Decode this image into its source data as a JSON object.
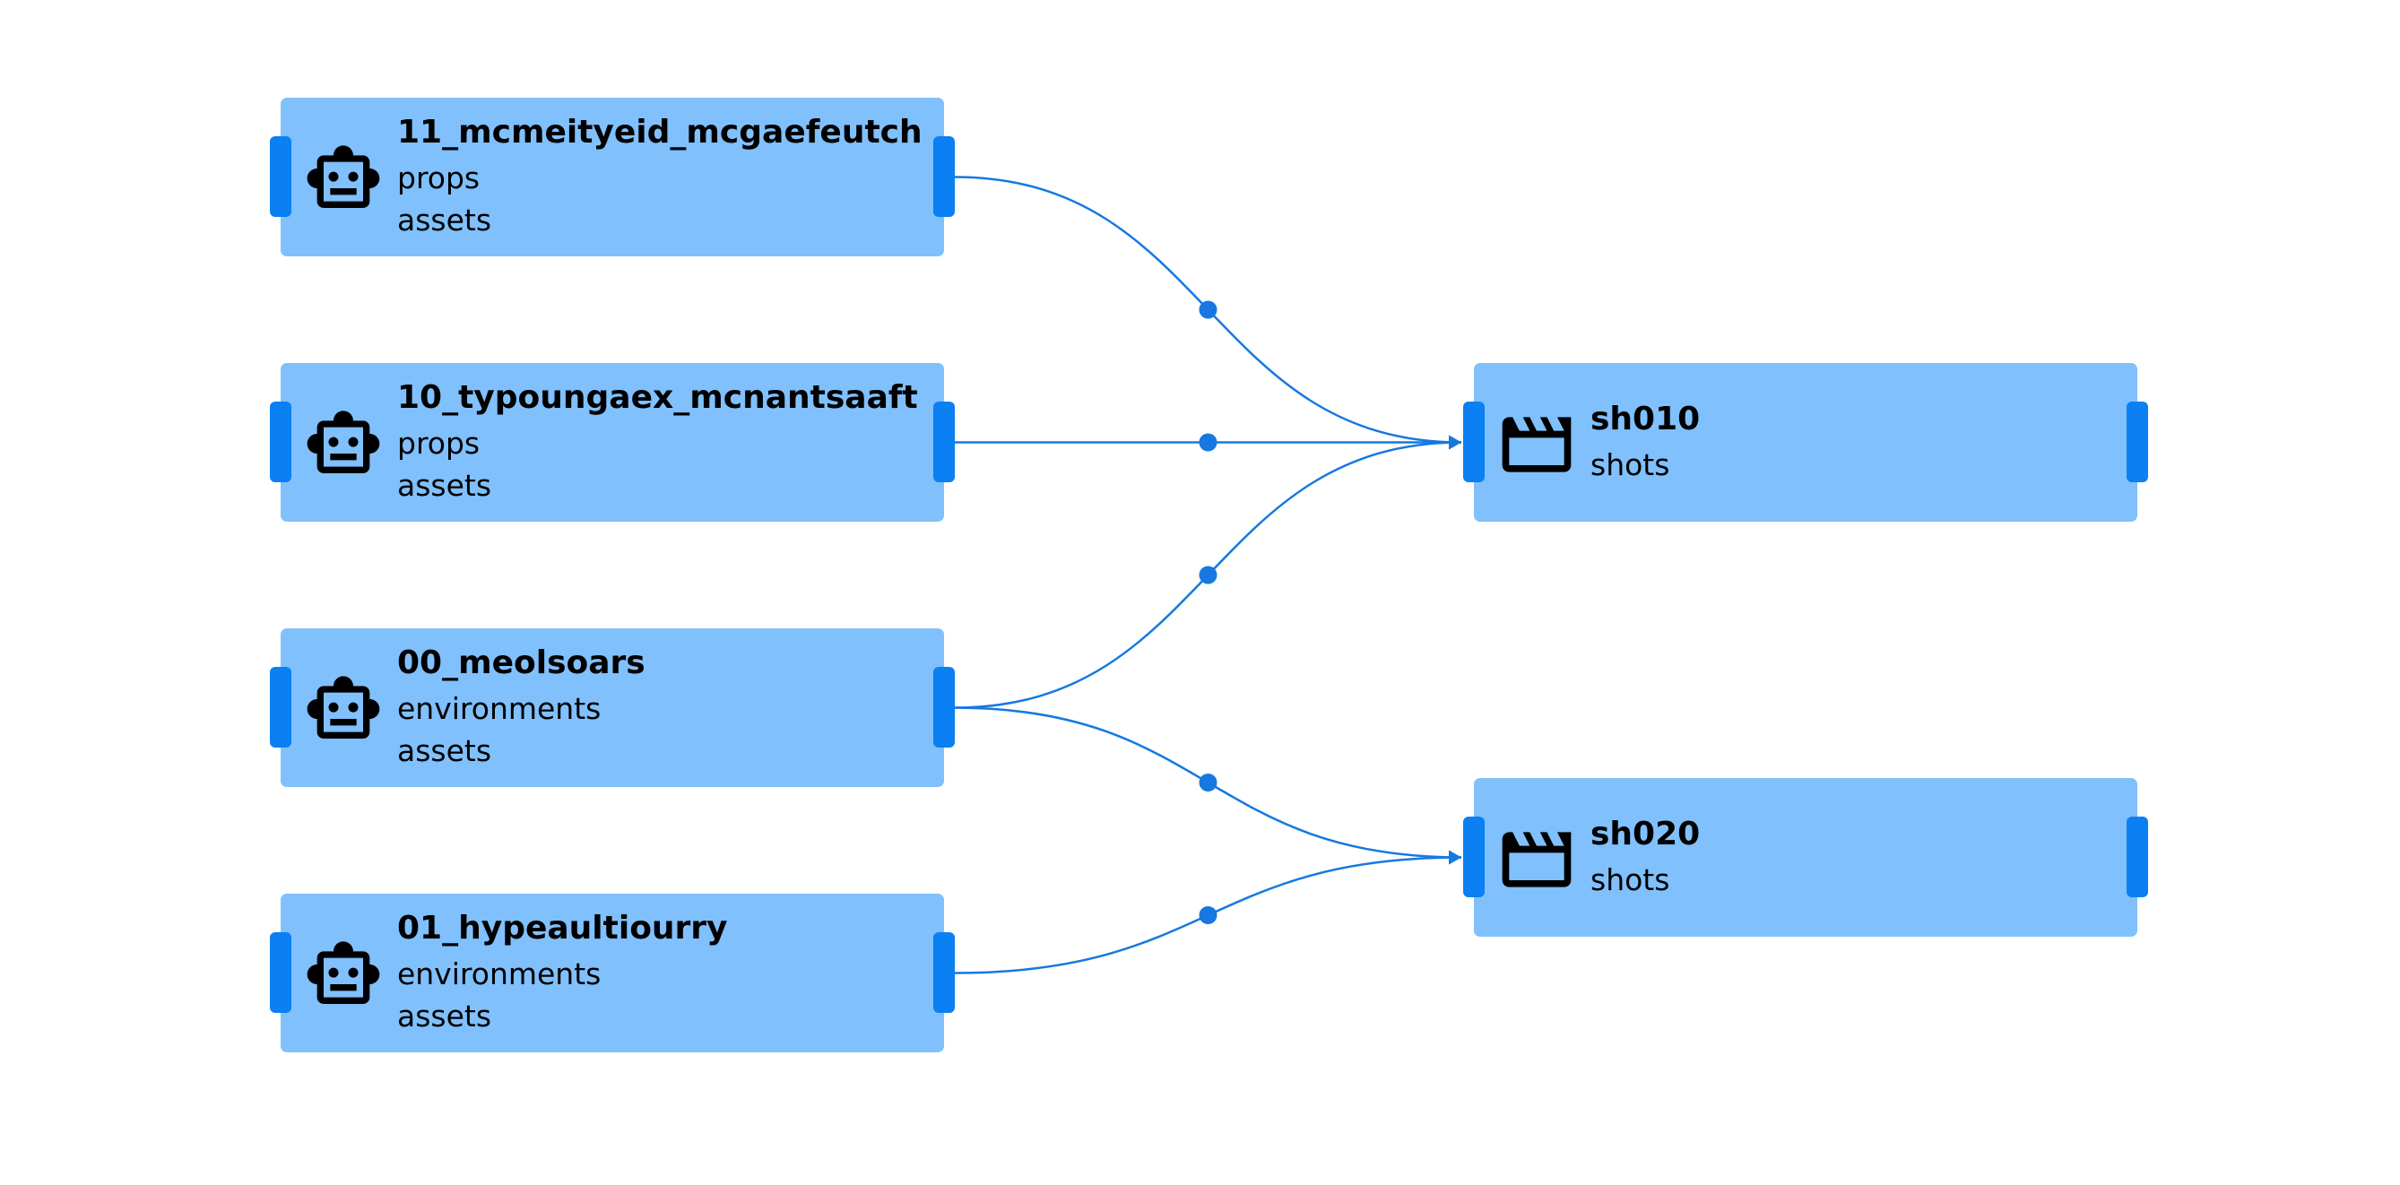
{
  "colors": {
    "background": "#ffffff",
    "node_fill": "#80c0fc",
    "handle": "#0a80f2",
    "edge": "#1678e0"
  },
  "nodes": [
    {
      "id": "n1",
      "title": "11_mcmeityeid_mcgaefeutch",
      "line1": "props",
      "line2": "assets",
      "icon": "robot-icon"
    },
    {
      "id": "n2",
      "title": "10_typoungaex_mcnantsaaft",
      "line1": "props",
      "line2": "assets",
      "icon": "robot-icon"
    },
    {
      "id": "n3",
      "title": "00_meolsoars",
      "line1": "environments",
      "line2": "assets",
      "icon": "robot-icon"
    },
    {
      "id": "n4",
      "title": "01_hypeaultiourry",
      "line1": "environments",
      "line2": "assets",
      "icon": "robot-icon"
    },
    {
      "id": "s1",
      "title": "sh010",
      "line1": "shots",
      "icon": "clapperboard-icon"
    },
    {
      "id": "s2",
      "title": "sh020",
      "line1": "shots",
      "icon": "clapperboard-icon"
    }
  ],
  "edges": [
    {
      "from": "n1",
      "to": "s1"
    },
    {
      "from": "n2",
      "to": "s1"
    },
    {
      "from": "n3",
      "to": "s1"
    },
    {
      "from": "n3",
      "to": "s2"
    },
    {
      "from": "n4",
      "to": "s2"
    }
  ]
}
